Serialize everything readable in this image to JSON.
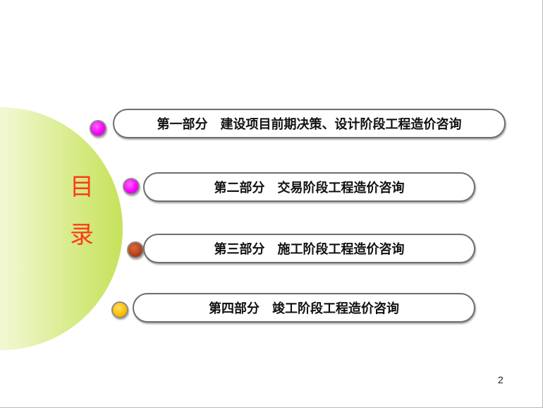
{
  "toc_title": {
    "char1": "目",
    "char2": "录",
    "color": "#ff3b1a"
  },
  "sections": [
    {
      "label": "第一部分　建设项目前期决策、设计阶段工程造价咨询",
      "bullet_color": "#ff00ff"
    },
    {
      "label": "第二部分　交易阶段工程造价咨询",
      "bullet_color": "#ff00ff"
    },
    {
      "label": "第三部分　施工阶段工程造价咨询",
      "bullet_color": "#b8431a"
    },
    {
      "label": "第四部分　竣工阶段工程造价咨询",
      "bullet_color": "#ffc000"
    }
  ],
  "page_number": "2",
  "colors": {
    "decor_circle": "#c6e25b",
    "pill_border": "#6e6e6e"
  }
}
